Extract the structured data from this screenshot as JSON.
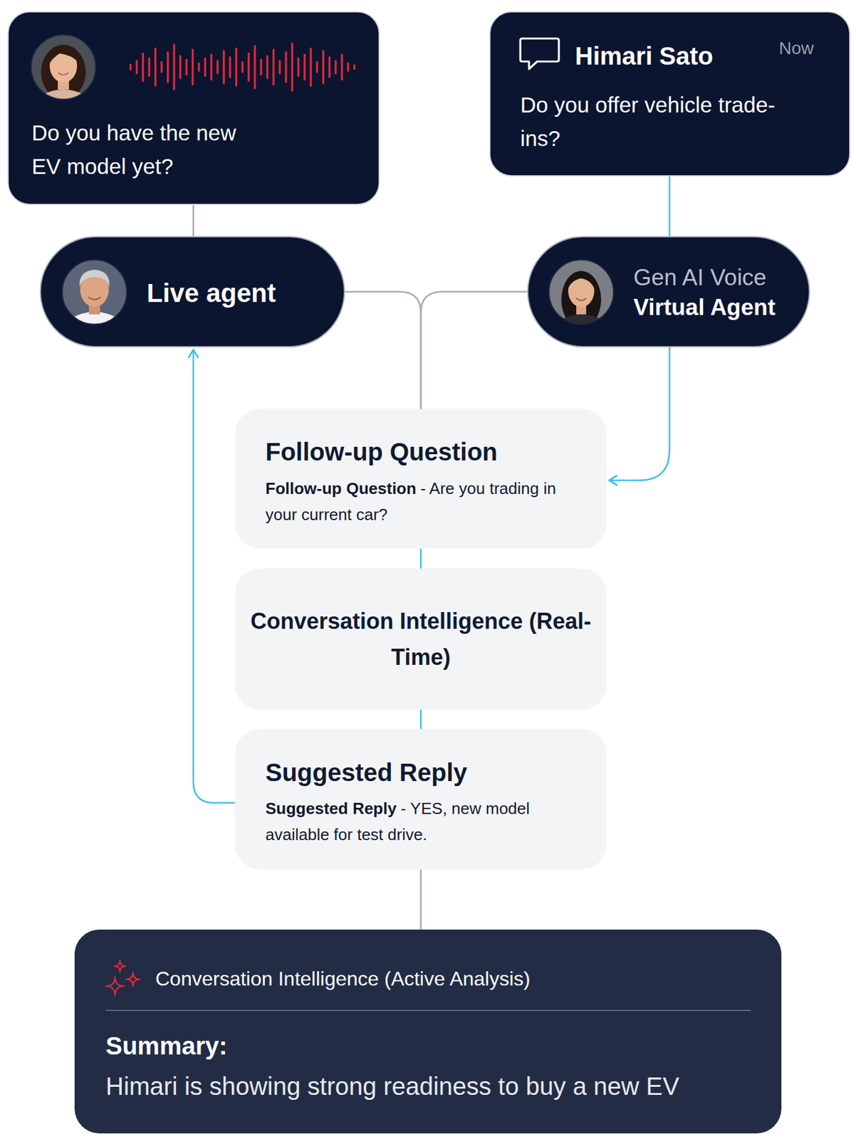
{
  "diagram": {
    "nodes": [
      {
        "text": [
          "Do you have the new EV model yet?"
        ]
      },
      {
        "text": [
          "Himari Sato",
          "Now",
          "Do you offer vehicle trade-ins?"
        ]
      },
      {
        "text": [
          "Live agent"
        ]
      },
      {
        "text": [
          "Gen AI Voice",
          "Virtual Agent"
        ]
      },
      {
        "text": [
          "Follow-up Question",
          "Follow-up Question",
          "- Are you trading in your current car?"
        ]
      },
      {
        "text": [
          "Conversation Intelligence (Real-Time)"
        ]
      },
      {
        "text": [
          "Suggested Reply",
          "Suggested Reply",
          "- YES, new model available for test drive."
        ]
      },
      {
        "text": [
          "Conversation Intelligence (Active Analysis)",
          "Summary:",
          "Himari is showing strong readiness to buy a new EV"
        ]
      }
    ],
    "edges": [
      {
        "from": 0,
        "to": 2,
        "arrow": "none"
      },
      {
        "from": 1,
        "to": 3,
        "arrow": "none"
      },
      {
        "from": 2,
        "to": 4,
        "arrow": "none"
      },
      {
        "from": 3,
        "to": 4,
        "arrow": "none"
      },
      {
        "from": 3,
        "to": 4,
        "arrow": "to"
      },
      {
        "from": 4,
        "to": 5,
        "arrow": "none"
      },
      {
        "from": 5,
        "to": 6,
        "arrow": "none"
      },
      {
        "from": 6,
        "to": 2,
        "arrow": "to"
      },
      {
        "from": 6,
        "to": 7,
        "arrow": "none"
      }
    ]
  }
}
